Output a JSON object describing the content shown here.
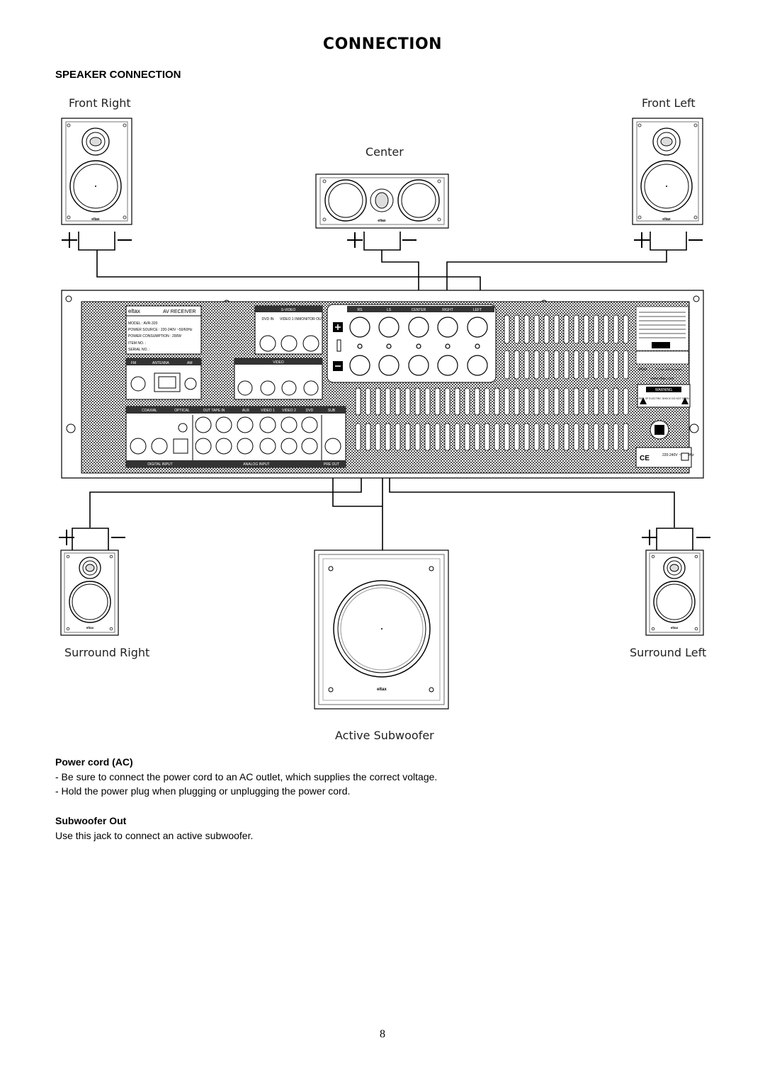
{
  "page": {
    "title": "CONNECTION",
    "section_heading": "SPEAKER CONNECTION",
    "page_number": "8"
  },
  "speakers": {
    "front_right": "Front Right",
    "front_left": "Front Left",
    "center": "Center",
    "surround_right": "Surround Right",
    "surround_left": "Surround Left",
    "subwoofer": "Active Subwoofer",
    "brand": "eltax"
  },
  "receiver": {
    "brand": "eltax",
    "model_title": "AV RECEIVER",
    "model": "MODEL : AVR-320",
    "power_source": "POWER SOURCE : 220-240V ~50/60Hz",
    "power_consumption": "POWER CONSUMPTION : 200W",
    "item_no": "ITEM NO. :",
    "serial_no": "SERIAL NO. :",
    "svideo": "S-VIDEO",
    "video": "VIDEO",
    "fm": "FM",
    "antenna": "ANTENNA",
    "am": "AM",
    "dvd_in": "DVD IN",
    "video1_in": "VIDEO 1 IN",
    "monitor_out": "MONITOR OUT",
    "speaker_terms": [
      "RS",
      "LS",
      "CENTER",
      "RIGHT",
      "LEFT"
    ],
    "coaxial": "COAXIAL",
    "optical": "OPTICAL",
    "out_tape_in": "OUT  TAPE  IN",
    "aux": "AUX",
    "video1": "VIDEO 1",
    "video2": "VIDEO 2",
    "dvd": "DVD",
    "sub": "SUB",
    "digital_input": "DIGITAL INPUT",
    "analog_input": "ANALOG INPUT",
    "pre_out": "PRE OUT",
    "copyright": "© Eltax A/S Denmark",
    "website": "www.eltax.com",
    "warning": "WARNING",
    "warning_sub": "RISK OF ELECTRIC SHOCK DO NOT OPEN",
    "rating": "220-240V ~50/60Hz",
    "ce": "CE"
  },
  "text": {
    "power_cord_heading": "Power cord (AC)",
    "power_cord_items": [
      "- Be sure to connect the power cord to an AC outlet, which supplies the correct voltage.",
      "- Hold the power plug when plugging or unplugging the power cord."
    ],
    "subwoofer_heading": "Subwoofer Out",
    "subwoofer_body": "Use this jack to connect an active subwoofer."
  }
}
